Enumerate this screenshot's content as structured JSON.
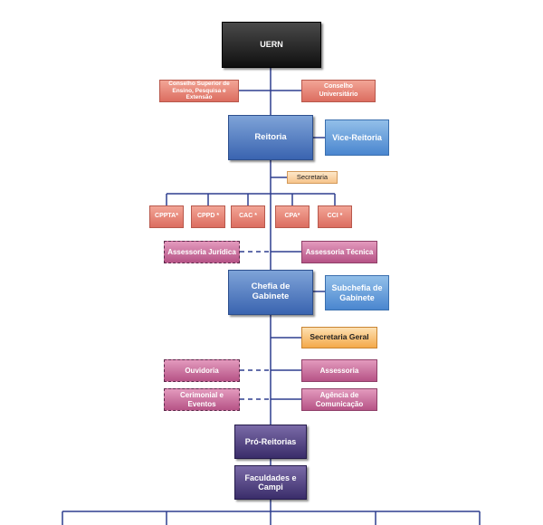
{
  "diagram": {
    "root": "UERN",
    "conselho_superior": "Conselho Superior de Ensino, Pesquisa e Extensão",
    "conselho_universitario": "Conselho Universitário",
    "reitoria": "Reitoria",
    "vice_reitoria": "Vice-Reitoria",
    "secretaria": "Secretaria",
    "cpta": "CPPTA*",
    "cppd": "CPPD *",
    "cac": "CAC *",
    "cpa": "CPA*",
    "cci": "CCI *",
    "assessoria_juridica": "Assessoria Jurídica",
    "assessoria_tecnica": "Assessoria Técnica",
    "chefia_gabinete": "Chefia de Gabinete",
    "subchefia_gabinete": "Subchefia de Gabinete",
    "secretaria_geral": "Secretaria Geral",
    "ouvidoria": "Ouvidoria",
    "assessoria": "Assessoria",
    "cerimonial": "Cerimonial e Eventos",
    "agencia": "Agência de Comunicação",
    "pro_reitorias": "Pró-Reitorias",
    "faculdades": "Faculdades e Campi"
  },
  "colors": {
    "line": "#2e3f8f"
  }
}
